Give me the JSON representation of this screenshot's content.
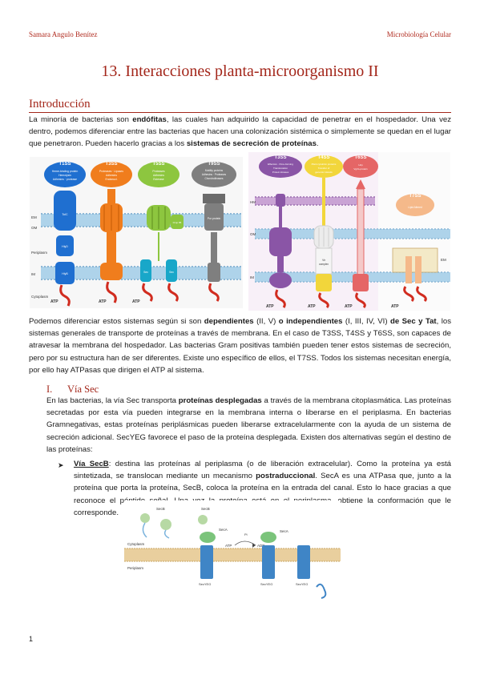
{
  "header": {
    "author": "Samara Angulo Benítez",
    "subject": "Microbiología Celular"
  },
  "title": "13. Interacciones planta-microorganismo II",
  "section1": {
    "heading": "Introducción",
    "p1": [
      {
        "t": "La minoría de bacterias son "
      },
      {
        "t": "endófitas",
        "b": true
      },
      {
        "t": ", las cuales han adquirido la capacidad de penetrar en el hospedador. Una vez dentro, podemos diferenciar entre las bacterias que hacen una colonización sistémica o simplemente se quedan en el lugar que penetraron. Pueden hacerlo gracias a los "
      },
      {
        "t": "sistemas de secreción de proteínas",
        "b": true
      },
      {
        "t": "."
      }
    ],
    "p2": [
      {
        "t": "Podemos diferenciar estos sistemas según si son "
      },
      {
        "t": "dependientes",
        "b": true
      },
      {
        "t": " (II, V) "
      },
      {
        "t": "o independientes",
        "b": true
      },
      {
        "t": " (I, III, IV, VI) "
      },
      {
        "t": "de Sec y Tat",
        "b": true
      },
      {
        "t": ", los sistemas generales de transporte de proteínas a través de membrana. En el caso de T3SS, T4SS y T6SS, son capaces de atravesar la membrana del hospedador. Las bacterias Gram positivas también pueden tener estos sistemas de secreción, pero por su estructura han de ser diferentes. Existe uno específico de ellos, el T7SS. Todos los sistemas necesitan energía, por ello hay ATPasas que dirigen el ATP al sistema."
      }
    ]
  },
  "section2": {
    "num": "I.",
    "heading": "Vía Sec",
    "p1": [
      {
        "t": "En las bacterias, la vía Sec transporta "
      },
      {
        "t": "proteínas desplegadas",
        "b": true
      },
      {
        "t": " a través de la membrana citoplasmática. Las proteínas secretadas por esta vía pueden integrarse en la membrana interna o liberarse en el periplasma. En bacterias Gramnegativas, estas proteínas periplásmicas pueden liberarse extracelularmente con la ayuda de un sistema de secreción adicional. SecYEG favorece el paso de la proteína desplegada. Existen dos alternativas según el destino de las proteínas:"
      }
    ],
    "bullet1": [
      {
        "t": "Vía SecB",
        "b": true,
        "u": true
      },
      {
        "t": ": destina las proteínas al periplasma (o de liberación extracelular). Como la proteína ya está sintetizada, se translocan mediante un mecanismo "
      },
      {
        "t": "postraduccional",
        "b": true
      },
      {
        "t": ". SecA es una ATPasa que, junto a la proteína que porta la proteína, SecB, coloca la proteína en la entrada del canal. Esto lo hace gracias a que reconoce el péptido señal. Una vez la proteína está en el periplasma, obtiene la conformación que le corresponde."
      }
    ]
  },
  "figure1": {
    "systems": [
      "T1SS",
      "T3SS",
      "T5SS",
      "T9SS"
    ],
    "descriptions": [
      "Heme-binding protein\nHemolysin\nAdhesins\nprotease",
      "Proteases\nLipases\nAdhesins\nEndonucl.",
      "Proteases\nAdhesins\nEsterase",
      "Motility proteins\nAdhesins\nProteases\nChondroitinases"
    ],
    "layers": [
      "EM",
      "OM",
      "Periplasm",
      "IM",
      "Cytoplasm"
    ],
    "labels": [
      "TolC",
      "HlyD",
      "HlyB",
      "Omp 85",
      "Sec",
      "Sec",
      "Por protein"
    ],
    "atp": "ATP"
  },
  "figure2": {
    "systems": [
      "T3SS",
      "T4SS",
      "T6SS",
      "T7SS"
    ],
    "descriptions": [
      "Effectors\nPore-forming\nTranslocation\nProtein kinases\nHrp",
      "Plant cytokinin\nproteins\nTransfer of\ngenomic islands",
      "Hcp\nVgrG-protein",
      "Lipid Altered"
    ],
    "labels": [
      "OM",
      "IM",
      "HM",
      "Vir\ncomplex",
      "EM"
    ],
    "atp": "ATP"
  },
  "figure3": {
    "labels": [
      "SecB",
      "SecB",
      "SecA",
      "SecA",
      "SecYEG",
      "SecYEG",
      "SecYEG",
      "Cytoplasm",
      "Periplasm"
    ],
    "atp": "ATP",
    "adp": "ADP",
    "pi": "Pi"
  },
  "page_number": "1",
  "colors": {
    "accent": "#a3261a",
    "t1ss": "#1f6fd0",
    "t3ss": "#f07d1d",
    "t5ss": "#8dc63f",
    "t9ss": "#7f7f7f",
    "t4ss": "#f2d63b",
    "t6ss": "#e56666",
    "t3ss_purple": "#8a55a6"
  }
}
